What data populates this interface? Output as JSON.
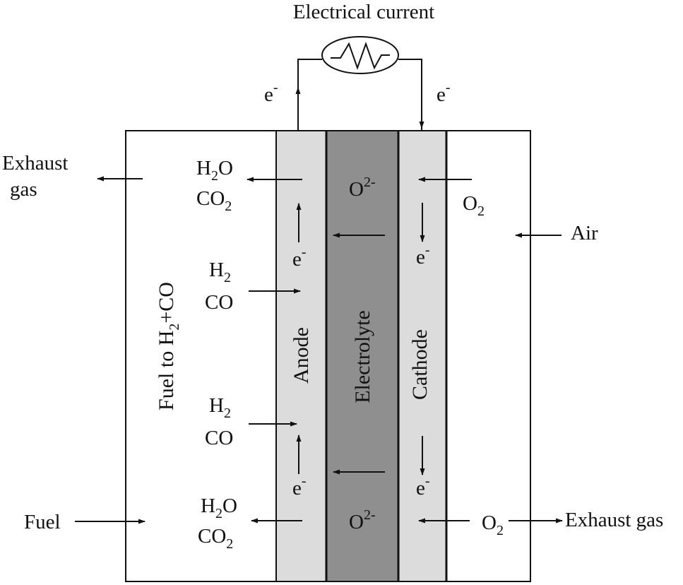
{
  "title": "Electrical current",
  "colors": {
    "anode_fill": "#dcdcdc",
    "cathode_fill": "#dcdcdc",
    "electrolyte_fill": "#8f8f8f",
    "line": "#111111",
    "background": "#ffffff"
  },
  "regions": {
    "fuel_channel": {
      "label": "Fuel to H",
      "sub": "2",
      "tail": "+CO"
    },
    "anode": {
      "label": "Anode"
    },
    "electrolyte": {
      "label": "Electrolyte"
    },
    "cathode": {
      "label": "Cathode"
    }
  },
  "circuit": {
    "electron_left": {
      "base": "e",
      "sup": "-"
    },
    "electron_right": {
      "base": "e",
      "sup": "-"
    },
    "load_icon": "resistor-icon"
  },
  "inputs_outputs": {
    "exhaust_gas_left_line1": "Exhaust",
    "exhaust_gas_left_line2": "gas",
    "fuel": "Fuel",
    "air": "Air",
    "exhaust_gas_right": "Exhaust gas"
  },
  "species": {
    "h2o_top": {
      "base": "H",
      "sub": "2",
      "tail": "O"
    },
    "co2_top": {
      "base": "CO",
      "sub": "2"
    },
    "h2_mid1": {
      "base": "H",
      "sub": "2"
    },
    "co_mid1": {
      "base": "CO"
    },
    "h2_mid2": {
      "base": "H",
      "sub": "2"
    },
    "co_mid2": {
      "base": "CO"
    },
    "h2o_bottom": {
      "base": "H",
      "sub": "2",
      "tail": "O"
    },
    "co2_bottom": {
      "base": "CO",
      "sub": "2"
    },
    "o2_top": {
      "base": "O",
      "sub": "2"
    },
    "o2_bottom": {
      "base": "O",
      "sub": "2"
    },
    "oxide_top": {
      "base": "O",
      "sup": "2-"
    },
    "oxide_bottom": {
      "base": "O",
      "sup": "2-"
    },
    "anode_e_top": {
      "base": "e",
      "sup": "-"
    },
    "anode_e_bottom": {
      "base": "e",
      "sup": "-"
    },
    "cathode_e_top": {
      "base": "e",
      "sup": "-"
    },
    "cathode_e_bottom": {
      "base": "e",
      "sup": "-"
    }
  }
}
